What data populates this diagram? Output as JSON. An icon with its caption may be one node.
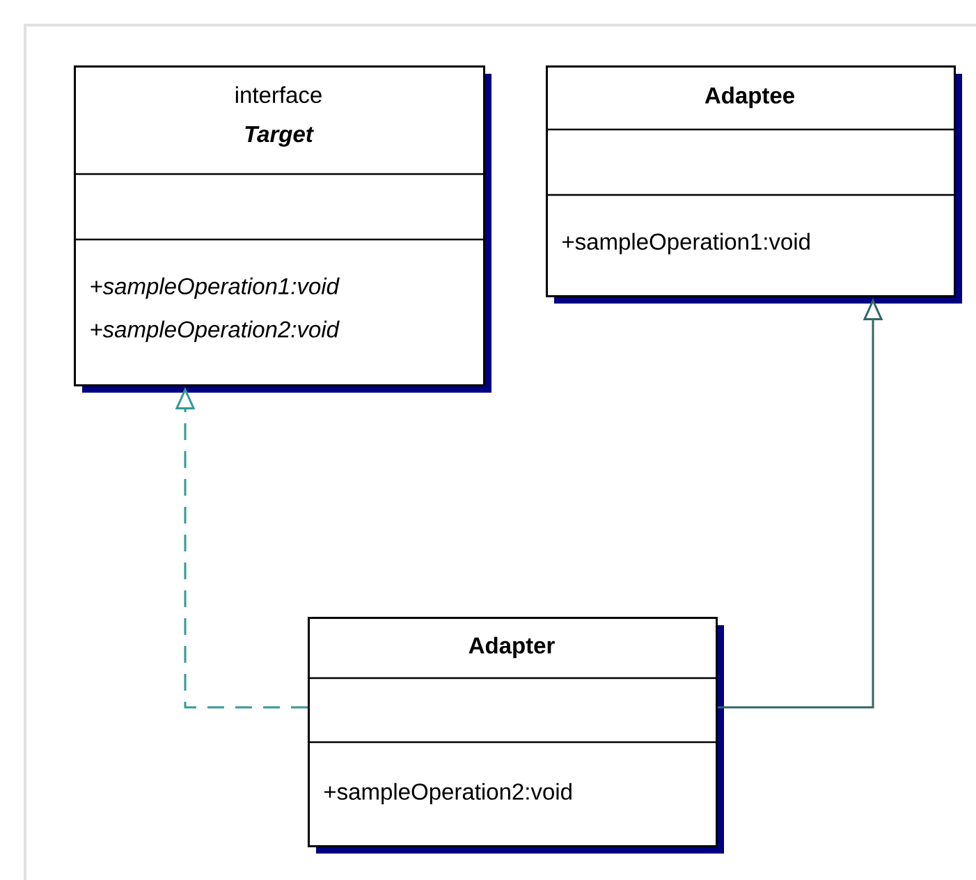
{
  "diagram": {
    "nodes": [
      {
        "text": [
          "interface",
          "Target",
          "+sampleOperation1:void",
          "+sampleOperation2:void"
        ]
      },
      {
        "text": [
          "Adaptee",
          "+sampleOperation1:void"
        ]
      },
      {
        "text": [
          "Adapter",
          "+sampleOperation2:void"
        ]
      }
    ],
    "edges": [
      {
        "from": 2,
        "to": 0,
        "arrow": "to",
        "style": "dashed",
        "color": "#339999"
      },
      {
        "from": 2,
        "to": 1,
        "arrow": "to",
        "color": "#336666"
      }
    ]
  }
}
